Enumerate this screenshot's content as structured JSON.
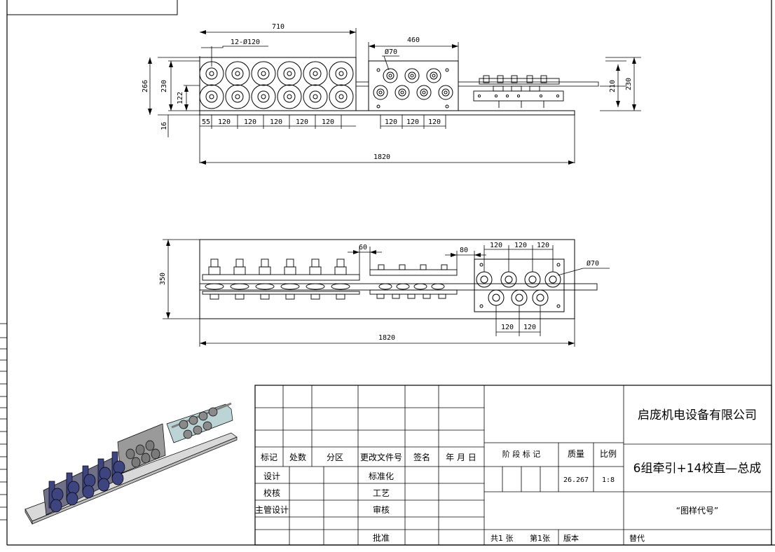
{
  "dims": {
    "top_view": {
      "length_710": "710",
      "roller_spec": "12-Ø120",
      "length_460": "460",
      "dia_70": "Ø70",
      "h_266": "266",
      "h_230_left": "230",
      "h_122": "122",
      "h_16": "16",
      "h_210": "210",
      "h_230_right": "230",
      "spacing_55": "55",
      "spacing_120": "120",
      "total_1820": "1820"
    },
    "front_view": {
      "gap_60": "60",
      "gap_80": "80",
      "spacing_120": "120",
      "dia_70": "Ø70",
      "h_350": "350",
      "total_1820": "1820"
    }
  },
  "title_block": {
    "company": "启庞机电设备有限公司",
    "drawing_name": "6组牵引+14校直—总成",
    "drawing_code": "“图样代号”",
    "mass": "26.267",
    "scale": "1:8",
    "headers": {
      "mark": "标记",
      "count": "处数",
      "zone": "分区",
      "change_doc": "更改文件号",
      "signature": "签名",
      "date": "年 月 日",
      "stage_mark": "阶 段 标 记",
      "mass_label": "质量",
      "scale_label": "比例"
    },
    "roles": {
      "design": "设计",
      "check": "校核",
      "chief": "主管设计",
      "standard": "标准化",
      "process": "工艺",
      "review": "审核",
      "approve": "批准"
    },
    "sheets": {
      "total": "共1 张",
      "current": "第1张",
      "version": "版本",
      "replace": "替代"
    }
  }
}
